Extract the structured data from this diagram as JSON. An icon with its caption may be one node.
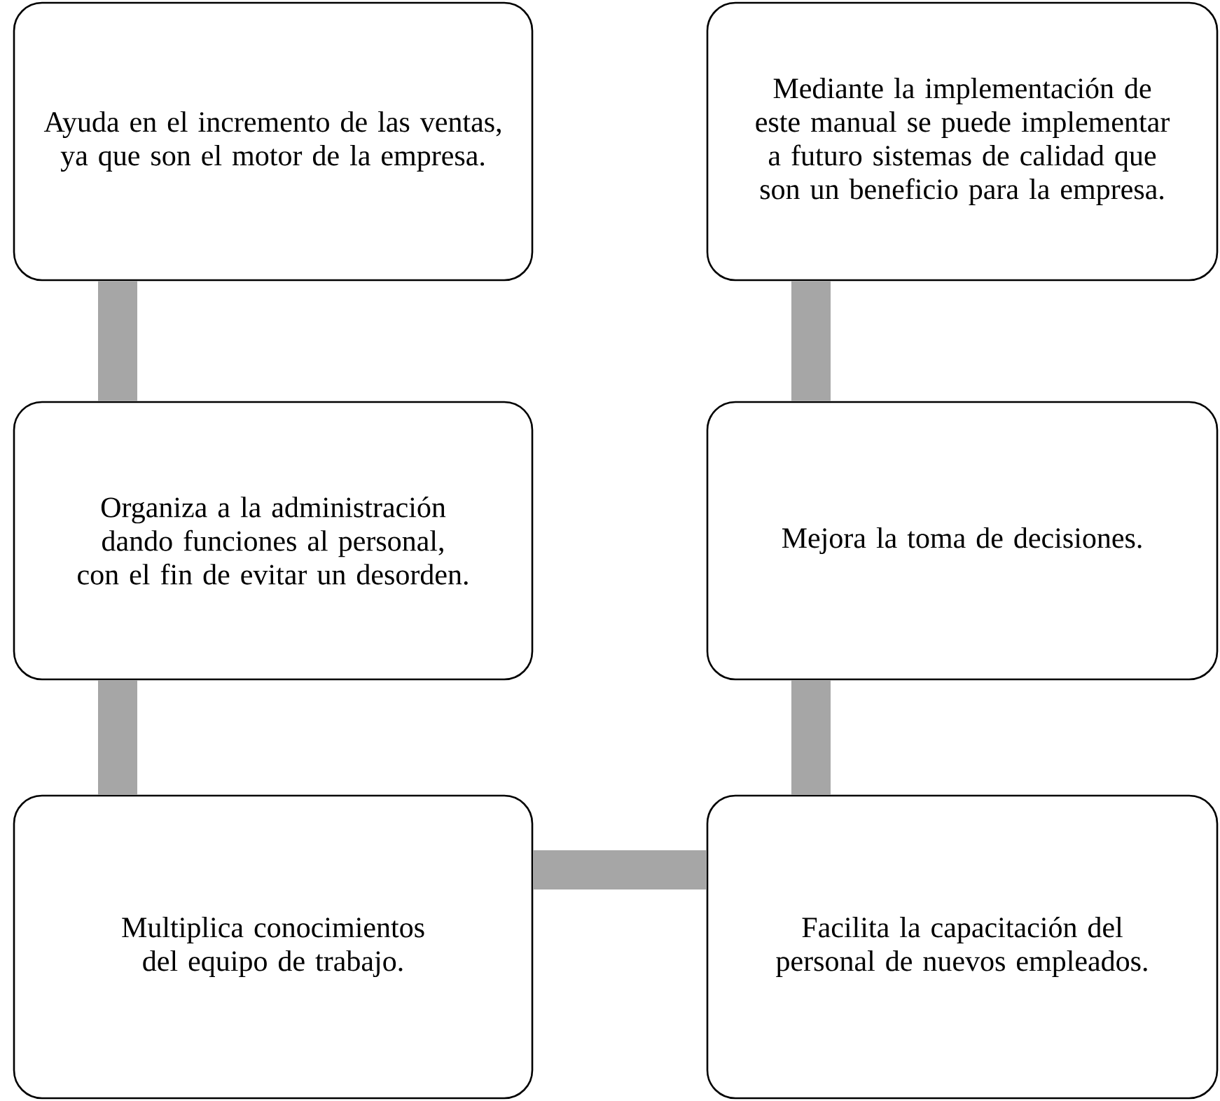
{
  "diagram": {
    "nodes": [
      {
        "text": [
          "Ayuda en el incremento de las ventas, ya que son el motor de la empresa."
        ]
      },
      {
        "text": [
          "Mediante la implementación de este manual se puede implementar a futuro sistemas de calidad que son un beneficio para la empresa."
        ]
      },
      {
        "text": [
          "Organiza a la administración dando funciones al personal, con el fin de evitar un desorden."
        ]
      },
      {
        "text": [
          "Mejora la toma de decisiones."
        ]
      },
      {
        "text": [
          "Multiplica conocimientos del equipo de trabajo."
        ]
      },
      {
        "text": [
          "Facilita la capacitación del personal de nuevos empleados."
        ]
      }
    ],
    "edges": [
      {
        "from": 0,
        "to": 2,
        "arrow": "none"
      },
      {
        "from": 2,
        "to": 4,
        "arrow": "none"
      },
      {
        "from": 4,
        "to": 5,
        "arrow": "none"
      },
      {
        "from": 5,
        "to": 3,
        "arrow": "none"
      },
      {
        "from": 3,
        "to": 1,
        "arrow": "none"
      }
    ]
  }
}
